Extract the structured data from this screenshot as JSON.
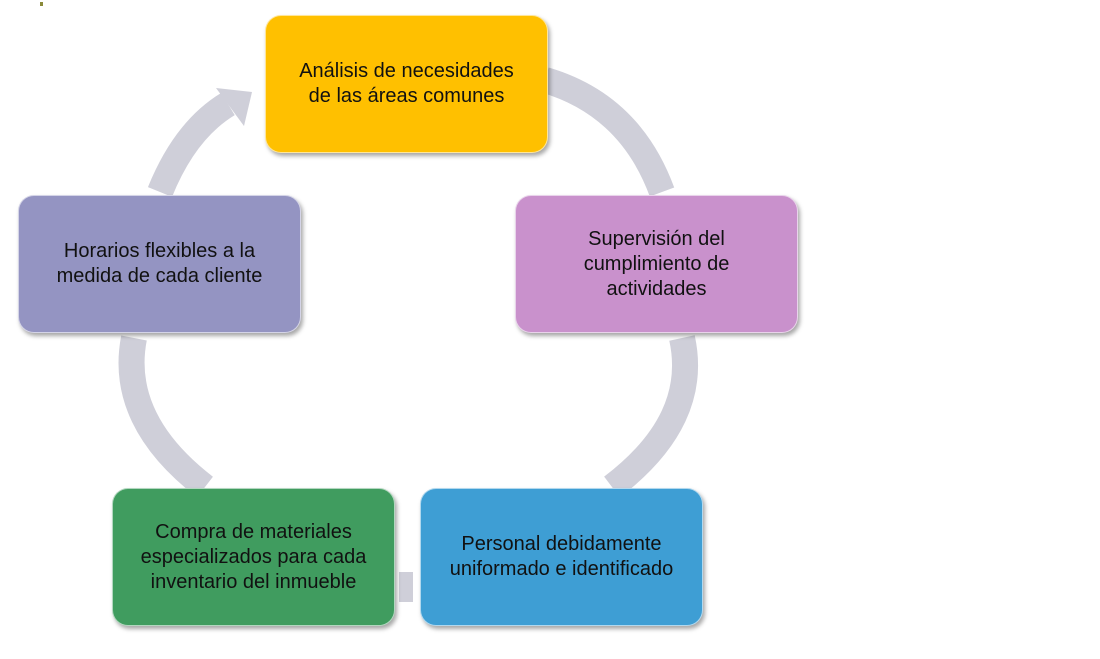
{
  "diagram": {
    "type": "cycle",
    "steps": [
      {
        "text": "Análisis de necesidades de las áreas comunes",
        "color": "#FFC000"
      },
      {
        "text": "Supervisión del cumplimiento de actividades",
        "color": "#C991CC"
      },
      {
        "text": "Personal debidamente uniformado e identificado",
        "color": "#3E9ED4"
      },
      {
        "text": "Compra de materiales especializados para cada inventario del inmueble",
        "color": "#409C5F"
      },
      {
        "text": "Horarios flexibles a la medida de cada cliente",
        "color": "#9494C2"
      }
    ],
    "arrow_color": "#CFCFD9"
  }
}
